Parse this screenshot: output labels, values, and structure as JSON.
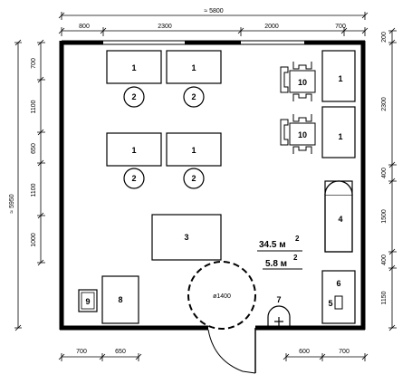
{
  "dimensions": {
    "top_total": "≈ 5800",
    "top_segments": [
      "800",
      "2300",
      "2000",
      "700"
    ],
    "left_total": "≈ 5950",
    "left_segments": [
      "700",
      "1100",
      "650",
      "1100",
      "1000"
    ],
    "right_segments": [
      "200",
      "2300",
      "400",
      "1500",
      "400",
      "1150"
    ],
    "bottom_left": [
      "700",
      "650"
    ],
    "bottom_right": [
      "600",
      "700"
    ],
    "door_circle": "ø1400"
  },
  "labels": {
    "desk": "1",
    "chair": "2",
    "table": "3",
    "cabinet": "4",
    "sink": "5",
    "counter": "6",
    "toilet": "7",
    "bench": "8",
    "box": "9",
    "stool_group": "10"
  },
  "areas": {
    "main": "34.5 м",
    "aux": "5.8 м",
    "exp": "2"
  }
}
